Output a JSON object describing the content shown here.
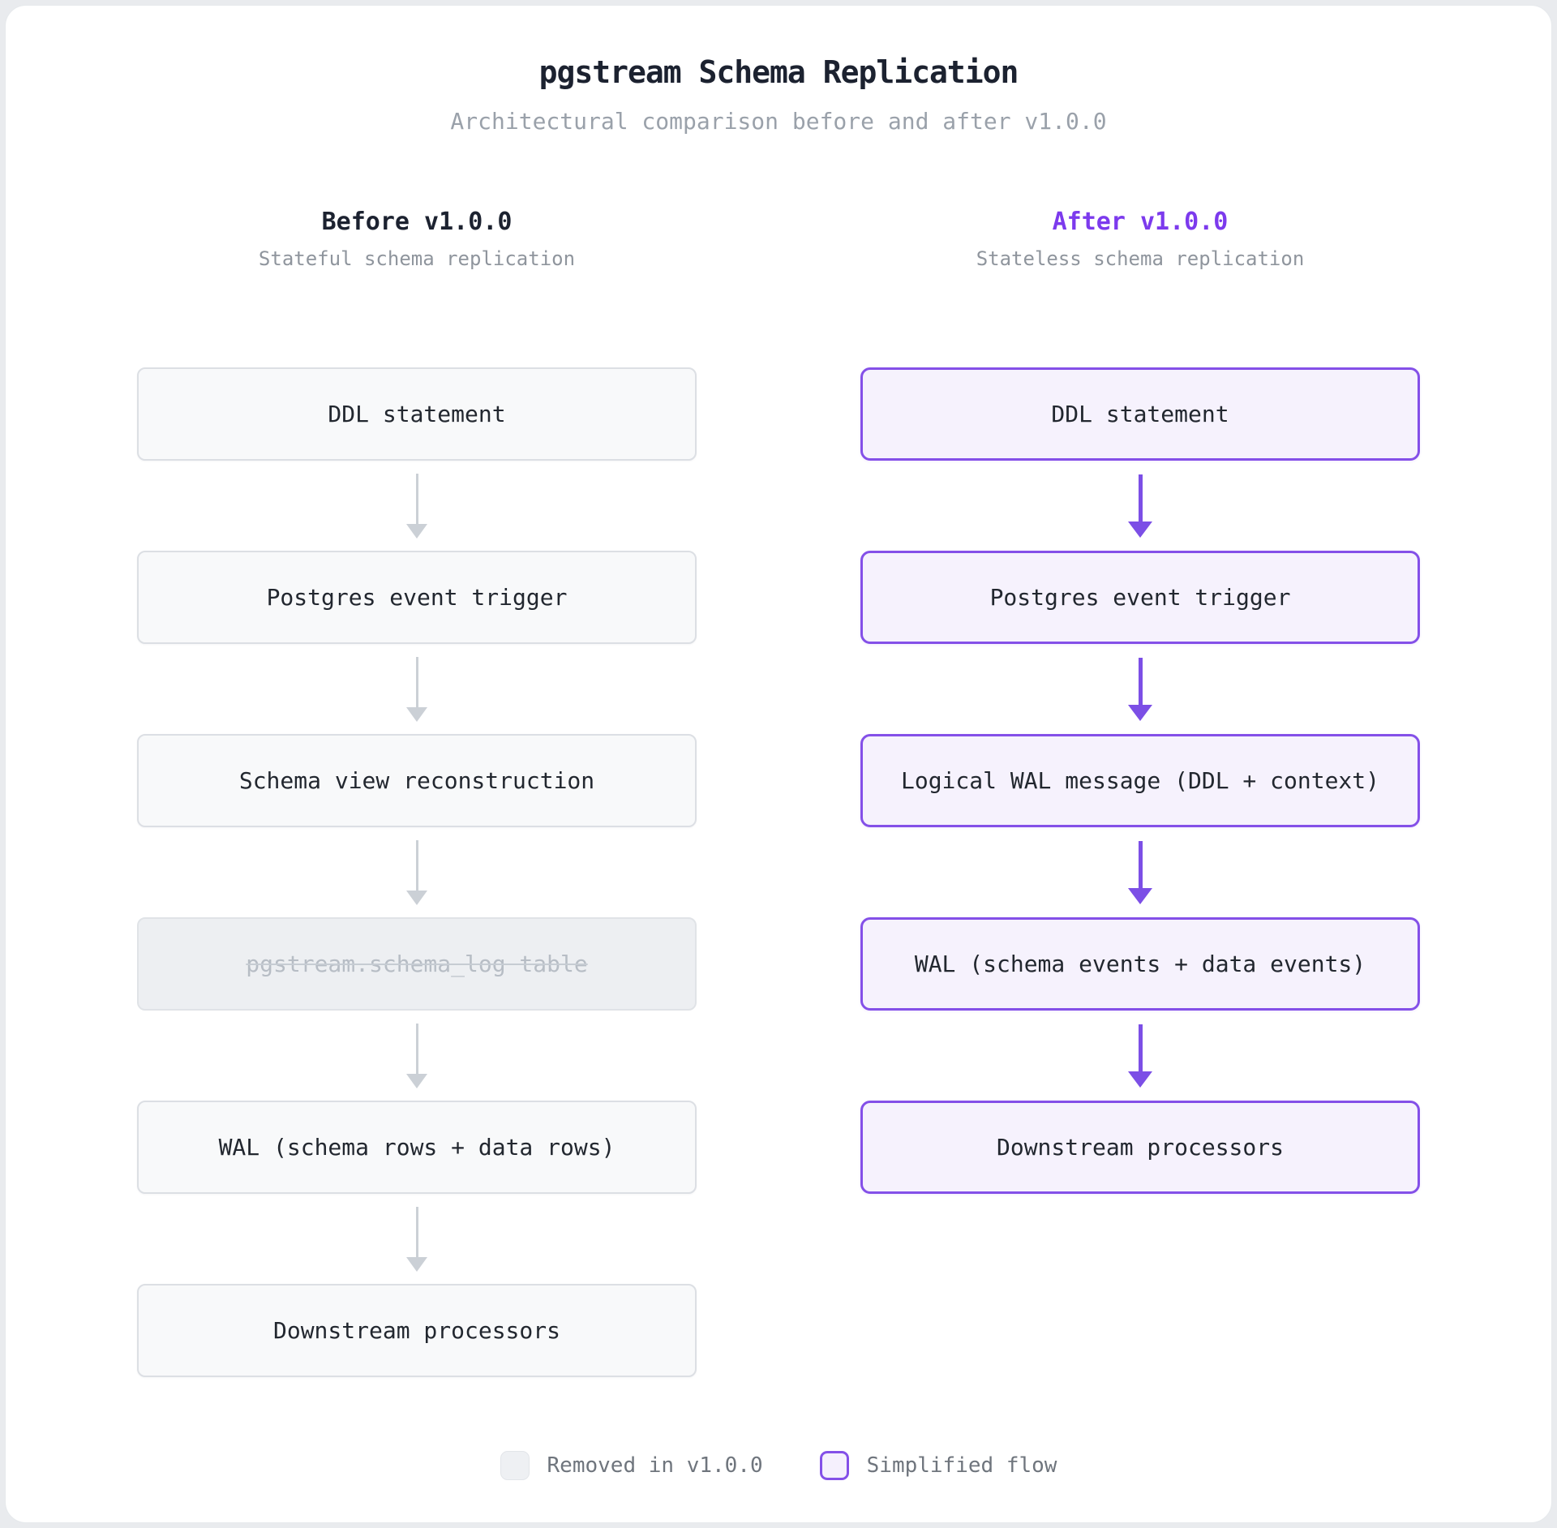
{
  "header": {
    "title": "pgstream Schema Replication",
    "subtitle": "Architectural comparison before and after v1.0.0"
  },
  "columns": [
    {
      "id": "before",
      "title": "Before v1.0.0",
      "subtitle": "Stateful schema replication",
      "nodes": [
        {
          "label": "DDL statement",
          "style": "plain"
        },
        {
          "label": "Postgres event trigger",
          "style": "plain"
        },
        {
          "label": "Schema view reconstruction",
          "style": "plain"
        },
        {
          "label": "pgstream.schema_log table",
          "style": "removed"
        },
        {
          "label": "WAL (schema rows + data rows)",
          "style": "plain"
        },
        {
          "label": "Downstream processors",
          "style": "plain"
        }
      ]
    },
    {
      "id": "after",
      "title": "After v1.0.0",
      "subtitle": "Stateless schema replication",
      "nodes": [
        {
          "label": "DDL statement",
          "style": "highlight"
        },
        {
          "label": "Postgres event trigger",
          "style": "highlight"
        },
        {
          "label": "Logical WAL message (DDL + context)",
          "style": "highlight"
        },
        {
          "label": "WAL (schema events + data events)",
          "style": "highlight"
        },
        {
          "label": "Downstream processors",
          "style": "highlight"
        }
      ]
    }
  ],
  "legend": [
    {
      "label": "Removed in v1.0.0",
      "swatch": "removed"
    },
    {
      "label": "Simplified flow",
      "swatch": "simplified"
    }
  ],
  "colors": {
    "accent_purple_text": "#7c3aed",
    "purple_border": "#8450e8",
    "purple_arrow": "#7c4fe6",
    "purple_fill": "#f6f2fd",
    "gray_fill": "#f8f9fa",
    "gray_border": "#dcdfe4",
    "removed_fill": "#edeff2",
    "removed_text": "#b7bdc5",
    "arrow_gray": "#cbd0d6",
    "text_dark": "#22272f",
    "text_gray": "#8f959d",
    "card_background": "#ffffff",
    "page_background": "#e9ebee"
  }
}
